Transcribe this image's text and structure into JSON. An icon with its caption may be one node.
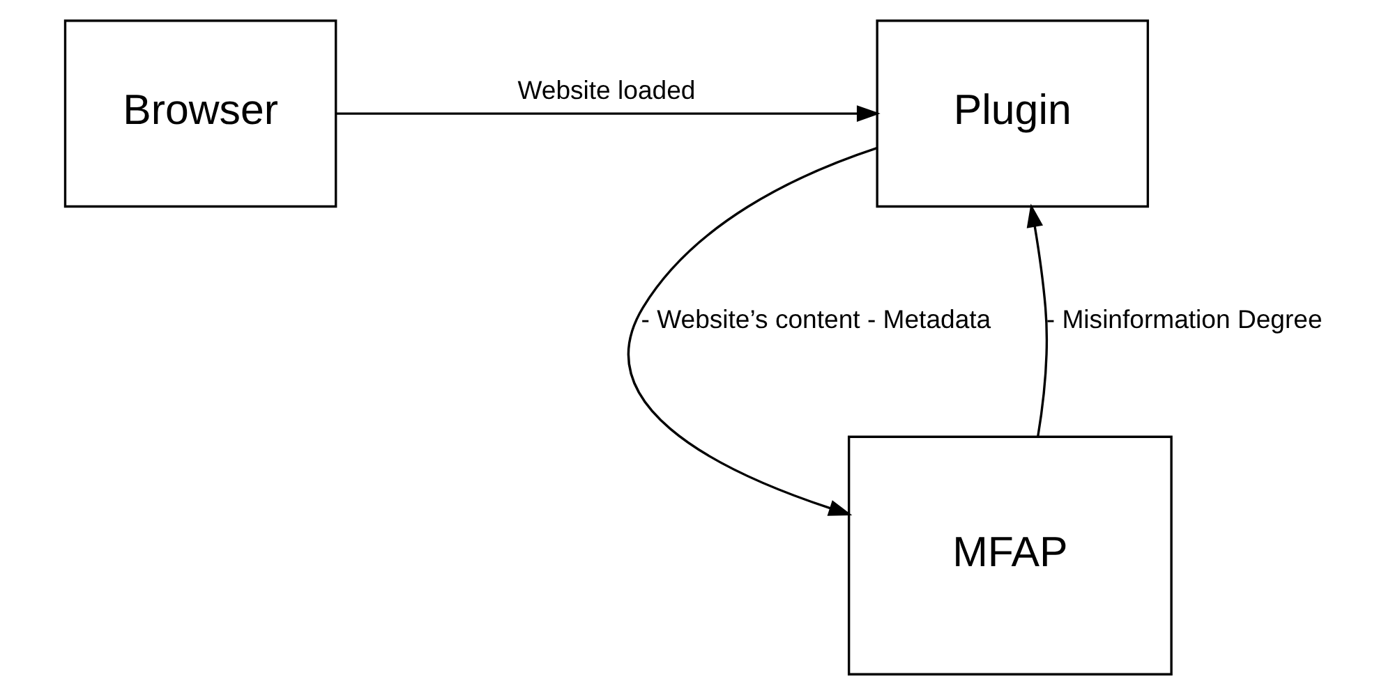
{
  "diagram": {
    "nodes": [
      {
        "text": [
          "Browser"
        ]
      },
      {
        "text": [
          "Plugin"
        ]
      },
      {
        "text": [
          "MFAP"
        ]
      }
    ],
    "edges": [
      {
        "from": 0,
        "to": 1,
        "arrow": "to",
        "label": "Website loaded"
      },
      {
        "from": 1,
        "to": 2,
        "arrow": "to",
        "label": "- Website’s content - Metadata"
      },
      {
        "from": 2,
        "to": 1,
        "arrow": "to",
        "label": "- Misinformation Degree"
      }
    ]
  }
}
